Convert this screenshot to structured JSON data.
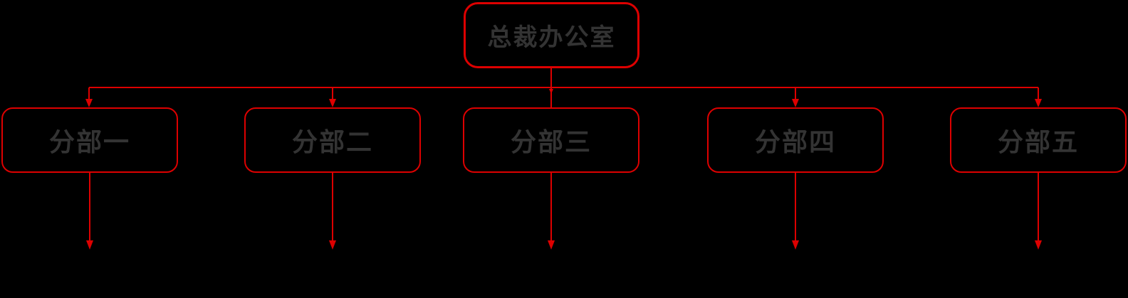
{
  "diagram": {
    "type": "org-chart",
    "root": {
      "label": "总裁办公室"
    },
    "children": [
      {
        "label": "分部一"
      },
      {
        "label": "分部二"
      },
      {
        "label": "分部三"
      },
      {
        "label": "分部四"
      },
      {
        "label": "分部五"
      }
    ]
  },
  "colors": {
    "background": "#000000",
    "line": "#dd0000",
    "text": "#333333"
  }
}
